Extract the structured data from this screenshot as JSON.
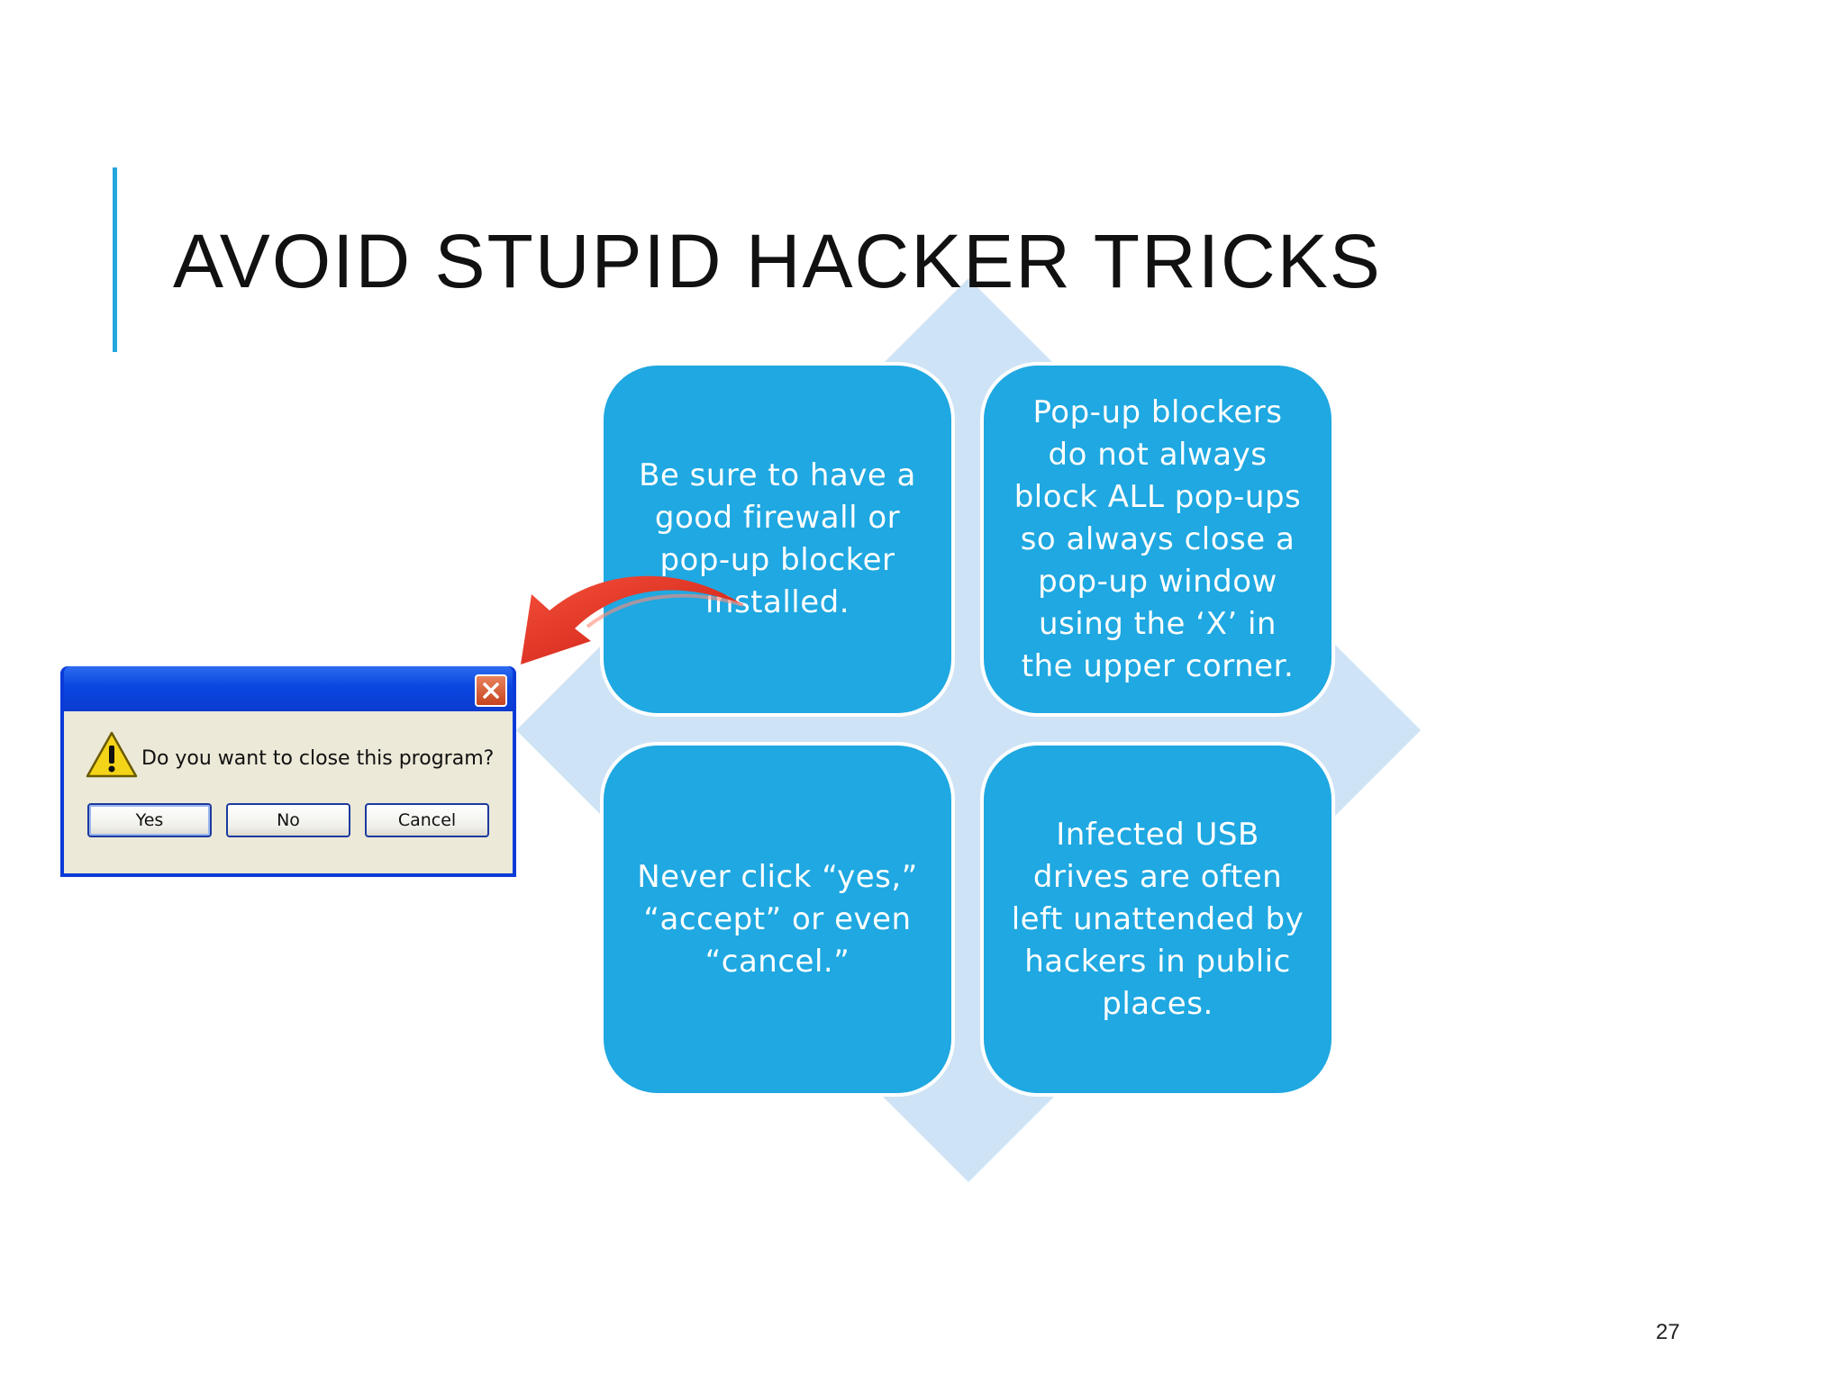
{
  "slide": {
    "title": "AVOID STUPID HACKER TRICKS",
    "page_number": "27",
    "accent_color": "#22a6dd"
  },
  "matrix": {
    "box_color": "#1fa8e1",
    "diamond_color": "#cfe3f6",
    "items": [
      {
        "text": "Be sure to have a good firewall or pop-up blocker installed."
      },
      {
        "text": "Pop-up blockers do not always block ALL pop-ups so always close a pop-up window using the ‘X’ in the upper corner."
      },
      {
        "text": "Never click “yes,” “accept” or even “cancel.”"
      },
      {
        "text": "Infected USB drives are often left unattended by hackers in public places."
      }
    ]
  },
  "dialog": {
    "message": "Do you want to close this program?",
    "icons": [
      "warning-icon",
      "close-icon"
    ],
    "buttons": {
      "yes": "Yes",
      "no": "No",
      "cancel": "Cancel"
    }
  }
}
